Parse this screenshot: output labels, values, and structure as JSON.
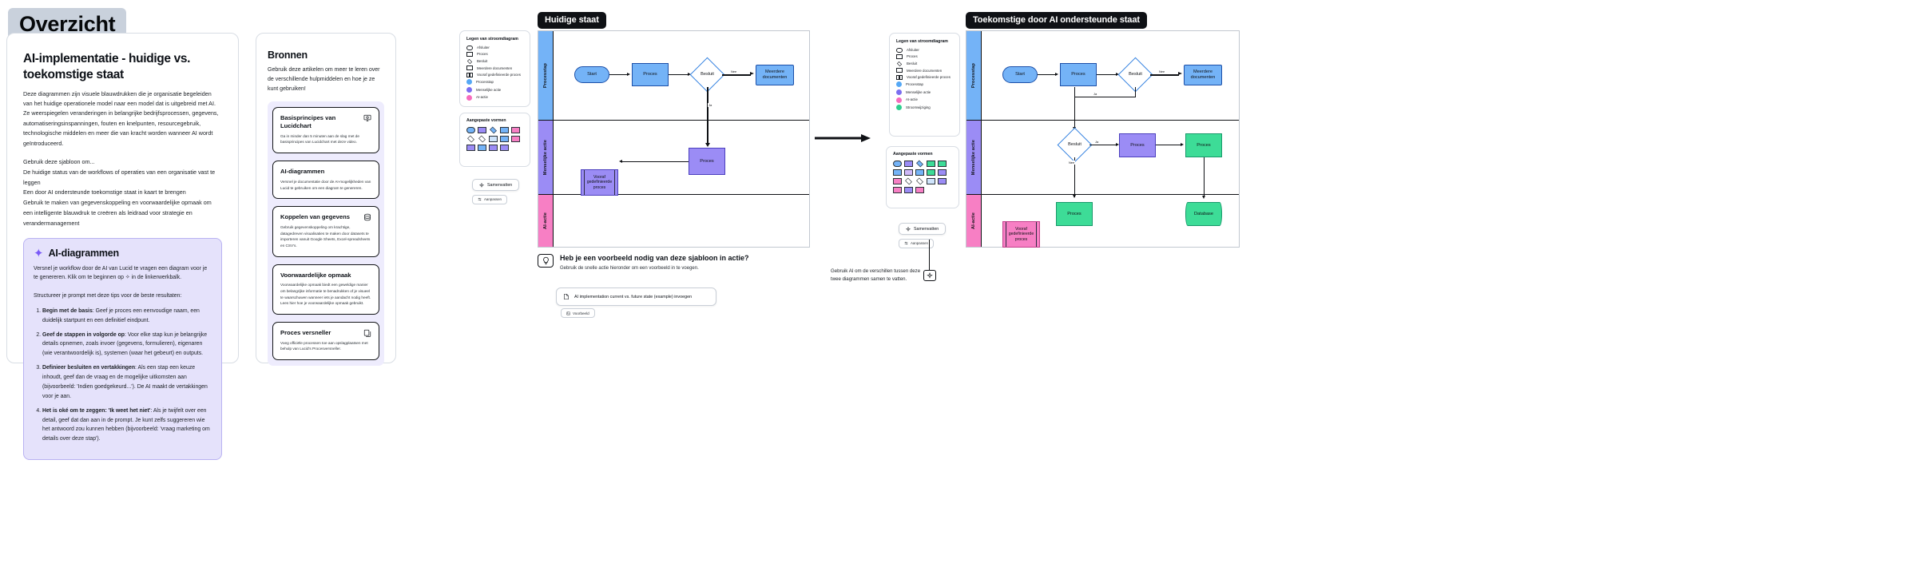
{
  "overview_chip": "Overzicht",
  "overview": {
    "title": "AI-implementatie - huidige vs. toekomstige staat",
    "paragraph": "Deze diagrammen zijn visuele blauwdrukken die je organisatie begeleiden van het huidige operationele model naar een model dat is uitgebreid met AI. Ze weerspiegelen veranderingen in belangrijke bedrijfsprocessen, gegevens, automatiseringsinspanningen, fouten en knelpunten, resourcegebruik, technologische middelen en meer die van kracht worden wanneer AI wordt geïntroduceerd.",
    "uses_heading": "Gebruik deze sjabloon om...",
    "uses": [
      "De huidige status van de workflows of operaties van een organisatie vast te leggen",
      "Een door AI ondersteunde toekomstige staat in kaart te brengen",
      "Gebruik te maken van gegevenskoppeling en voorwaardelijke opmaak om een intelligente blauwdruk te creëren als leidraad voor strategie en verandermanagement"
    ],
    "ai_callout": {
      "sparkle_icon": "sparkle-icon",
      "title": "AI-diagrammen",
      "subtitle": "Versnel je workflow door de AI van Lucid te vragen een diagram voor je te genereren. Klik om te beginnen op ✧ in de linkerwerkbalk.",
      "tips_intro": "Structureer je prompt met deze tips voor de beste resultaten:",
      "tips": [
        {
          "lead": "Begin met de basis",
          "text": ": Geef je proces een eenvoudige naam, een duidelijk startpunt en een definitief eindpunt."
        },
        {
          "lead": "Geef de stappen in volgorde op",
          "text": ": Voor elke stap kun je belangrijke details opnemen, zoals invoer (gegevens, formulieren), eigenaren (wie verantwoordelijk is), systemen (waar het gebeurt) en outputs."
        },
        {
          "lead": "Definieer besluiten en vertakkingen",
          "text": ": Als een stap een keuze inhoudt, geef dan de vraag en de mogelijke uitkomsten aan (bijvoorbeeld: 'Indien goedgekeurd...'). De AI maakt de vertakkingen voor je aan."
        },
        {
          "lead": "Het is oké om te zeggen: 'Ik weet het niet'",
          "text": ": Als je twijfelt over een detail, geef dat dan aan in de prompt. Je kunt zelfs suggereren wie het antwoord zou kunnen hebben (bijvoorbeeld: 'vraag marketing om details over deze stap')."
        }
      ]
    }
  },
  "bronnen": {
    "title": "Bronnen",
    "subtitle": "Gebruik deze artikelen om meer te leren over de verschillende hulpmiddelen en hoe je ze kunt gebruiken!",
    "cards": [
      {
        "title": "Basisprincipes van Lucidchart",
        "desc": "Ga in minder dan 5 minuten aan de slag met de basisprincipes van Lucidchart met deze video.",
        "icon": "video-monitor-icon"
      },
      {
        "title": "AI-diagrammen",
        "desc": "Versnel je documentatie door de AI-mogelijkheden van Lucid te gebruiken om een diagram te genereren.",
        "icon": ""
      },
      {
        "title": "Koppelen van gegevens",
        "desc": "Gebruik gegevenskoppeling om krachtige, datagedreven visualisaties te maken door datasets te importeren vanuit Google Sheets, Excel-spreadsheets en CSV's.",
        "icon": "database-icon"
      },
      {
        "title": "Voorwaardelijke opmaak",
        "desc": "Voorwaardelijke opmaak biedt een geweldige manier om belangrijke informatie te benadrukken of je visueel te waarschuwen wanneer iets je aandacht nodig heeft. Lees hier hoe je voorwaardelijke opmaak gebruikt.",
        "icon": ""
      },
      {
        "title": "Proces versneller",
        "desc": "Voeg officiële processen toe aan opslagplaatsen met behulp van Lucid's Procesversneller.",
        "icon": "document-copy-icon"
      }
    ]
  },
  "legend": {
    "title": "Legen van stroomdiagram",
    "shapes": [
      {
        "shape": "terminator",
        "label": "Afsluiter"
      },
      {
        "shape": "process",
        "label": "Proces"
      },
      {
        "shape": "decision",
        "label": "Besluit"
      },
      {
        "shape": "multidoc",
        "label": "Meerdere documenten"
      },
      {
        "shape": "predefined",
        "label": "Vooraf gedefinieerde proces"
      }
    ],
    "colors_current": [
      {
        "color": "#55a8f5",
        "label": "Processtap"
      },
      {
        "color": "#7b6ef0",
        "label": "Menselijke actie"
      },
      {
        "color": "#f76bbd",
        "label": "AI-actie"
      }
    ],
    "colors_future": [
      {
        "color": "#55a8f5",
        "label": "Processtap"
      },
      {
        "color": "#7b6ef0",
        "label": "Menselijke actie"
      },
      {
        "color": "#f76bbd",
        "label": "AI-actie"
      },
      {
        "color": "#2ecf8e",
        "label": "Stroomwijziging"
      }
    ]
  },
  "custom_shapes": {
    "title": "Aangepaste vormen"
  },
  "ai_toolbar": {
    "summarize": "Samenvatten",
    "adjust": "Aanpassen"
  },
  "diagrams": {
    "current": {
      "chip": "Huidige staat",
      "lanes": [
        "Processtap",
        "Menselijke actie",
        "AI-actie"
      ],
      "nodes": [
        {
          "id": "start",
          "label": "Start",
          "shape": "terminator",
          "color": "blue",
          "lane": 0
        },
        {
          "id": "proc1",
          "label": "Proces",
          "shape": "process",
          "color": "blue",
          "lane": 0
        },
        {
          "id": "dec1",
          "label": "Besluit",
          "shape": "decision",
          "color": "white",
          "lane": 0
        },
        {
          "id": "docs",
          "label": "Meerdere documenten",
          "shape": "multidoc",
          "color": "blue",
          "lane": 0
        },
        {
          "id": "pre1",
          "label": "Vooraf gedefinieerde proces",
          "shape": "predefined",
          "color": "purple",
          "lane": 1
        },
        {
          "id": "proc2",
          "label": "Proces",
          "shape": "process",
          "color": "purple",
          "lane": 1
        }
      ],
      "edge_labels": {
        "no": "Nee",
        "yes": "Ja"
      }
    },
    "future": {
      "chip": "Toekomstige door AI ondersteunde staat",
      "lanes": [
        "Processtap",
        "Menselijke actie",
        "AI-actie"
      ],
      "nodes": [
        {
          "id": "start",
          "label": "Start",
          "shape": "terminator",
          "color": "blue",
          "lane": 0
        },
        {
          "id": "proc1",
          "label": "Proces",
          "shape": "process",
          "color": "blue",
          "lane": 0
        },
        {
          "id": "dec1",
          "label": "Besluit",
          "shape": "decision",
          "color": "white",
          "lane": 0
        },
        {
          "id": "docs",
          "label": "Meerdere documenten",
          "shape": "multidoc",
          "color": "blue",
          "lane": 0
        },
        {
          "id": "dec2",
          "label": "Besluit",
          "shape": "decision",
          "color": "white",
          "lane": 1
        },
        {
          "id": "proc2",
          "label": "Proces",
          "shape": "process",
          "color": "purple",
          "lane": 1
        },
        {
          "id": "proc3",
          "label": "Proces",
          "shape": "process",
          "color": "green",
          "lane": 1
        },
        {
          "id": "pre1",
          "label": "Vooraf gedefinieerde proces",
          "shape": "predefined",
          "color": "pink",
          "lane": 2
        },
        {
          "id": "proc4",
          "label": "Proces",
          "shape": "process",
          "color": "green",
          "lane": 2
        },
        {
          "id": "db",
          "label": "Database",
          "shape": "database",
          "color": "green",
          "lane": 2
        }
      ],
      "edge_labels": {
        "no": "Nee",
        "yes": "Ja",
        "yes2": "Ja",
        "no2": "Nee"
      }
    }
  },
  "example": {
    "icon": "lightbulb-icon",
    "title": "Heb je een voorbeeld nodig van deze sjabloon in actie?",
    "subtitle": "Gebruik de snelle actie hieronder om een voorbeeld in te voegen.",
    "card_label": "AI implementation current vs. future state (example) invoegen",
    "card_icon": "document-icon",
    "chip_label": "Voorbeeld",
    "chip_icon": "image-icon"
  },
  "right_note": {
    "text": "Gebruik AI om de verschillen tussen deze twee diagrammen samen te vatten.",
    "icon": "sparkle-note-icon"
  }
}
